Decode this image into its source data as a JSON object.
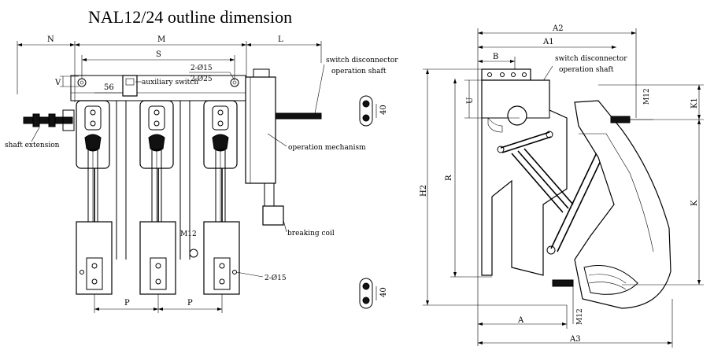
{
  "title": "NAL12/24 outline dimension",
  "front_view": {
    "dims": {
      "N": "N",
      "M": "M",
      "L": "L",
      "S": "S",
      "V": "V",
      "P1": "P",
      "P2": "P",
      "d56": "56",
      "u40a": "40",
      "u40b": "40"
    },
    "labels": {
      "switch_shaft_line1": "switch disconnector",
      "switch_shaft_line2": "operation shaft",
      "auxiliary_switch": "auxiliary switch",
      "hole_top_1": "2-Ø15",
      "hole_top_2": "2-Ø25",
      "shaft_extension": "shaft extension",
      "operation_mechanism": "operation mechanism",
      "breaking_coil": "breaking coil",
      "m12": "M12",
      "hole_bottom": "2-Ø15"
    }
  },
  "side_view": {
    "dims": {
      "A": "A",
      "A1": "A1",
      "A2": "A2",
      "A3": "A3",
      "B": "B",
      "U": "U",
      "R": "R",
      "H2": "H2",
      "K": "K",
      "K1": "K1",
      "M12_top": "M12",
      "M12_bottom": "M12"
    },
    "labels": {
      "switch_shaft_line1": "switch disconnector",
      "switch_shaft_line2": "operation shaft"
    }
  }
}
